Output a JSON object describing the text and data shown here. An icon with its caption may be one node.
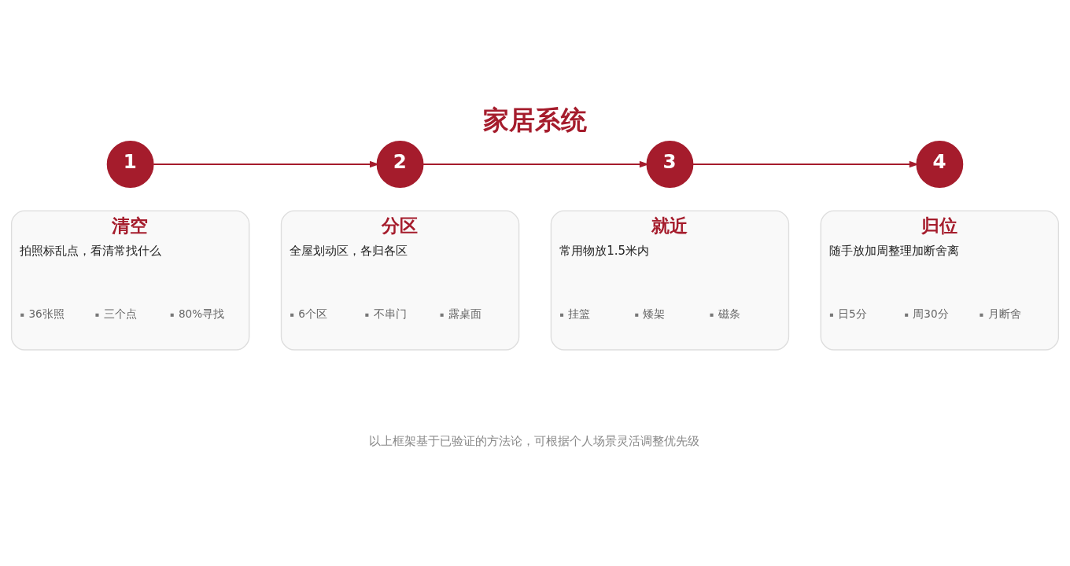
{
  "diagram": {
    "title": "家居系统",
    "caption": "以上框架基于已验证的方法论，可根据个人场景灵活调整优先级",
    "nodes": [
      {
        "text": [
          "1"
        ]
      },
      {
        "text": [
          "2"
        ]
      },
      {
        "text": [
          "3"
        ]
      },
      {
        "text": [
          "4"
        ]
      },
      {
        "text": [
          "清空",
          "拍照标乱点，看清常找什么",
          "36张照",
          "三个点",
          "80%寻找"
        ]
      },
      {
        "text": [
          "分区",
          "全屋划动区，各归各区",
          "6个区",
          "不串门",
          "露桌面"
        ]
      },
      {
        "text": [
          "就近",
          "常用物放1.5米内",
          "挂篮",
          "矮架",
          "磁条"
        ]
      },
      {
        "text": [
          "归位",
          "随手放加周整理加断舍离",
          "日5分",
          "周30分",
          "月断舍"
        ]
      }
    ],
    "edges": [
      {
        "from": 0,
        "to": 1,
        "arrow": "to"
      },
      {
        "from": 1,
        "to": 2,
        "arrow": "to"
      },
      {
        "from": 2,
        "to": 3,
        "arrow": "to"
      }
    ]
  }
}
